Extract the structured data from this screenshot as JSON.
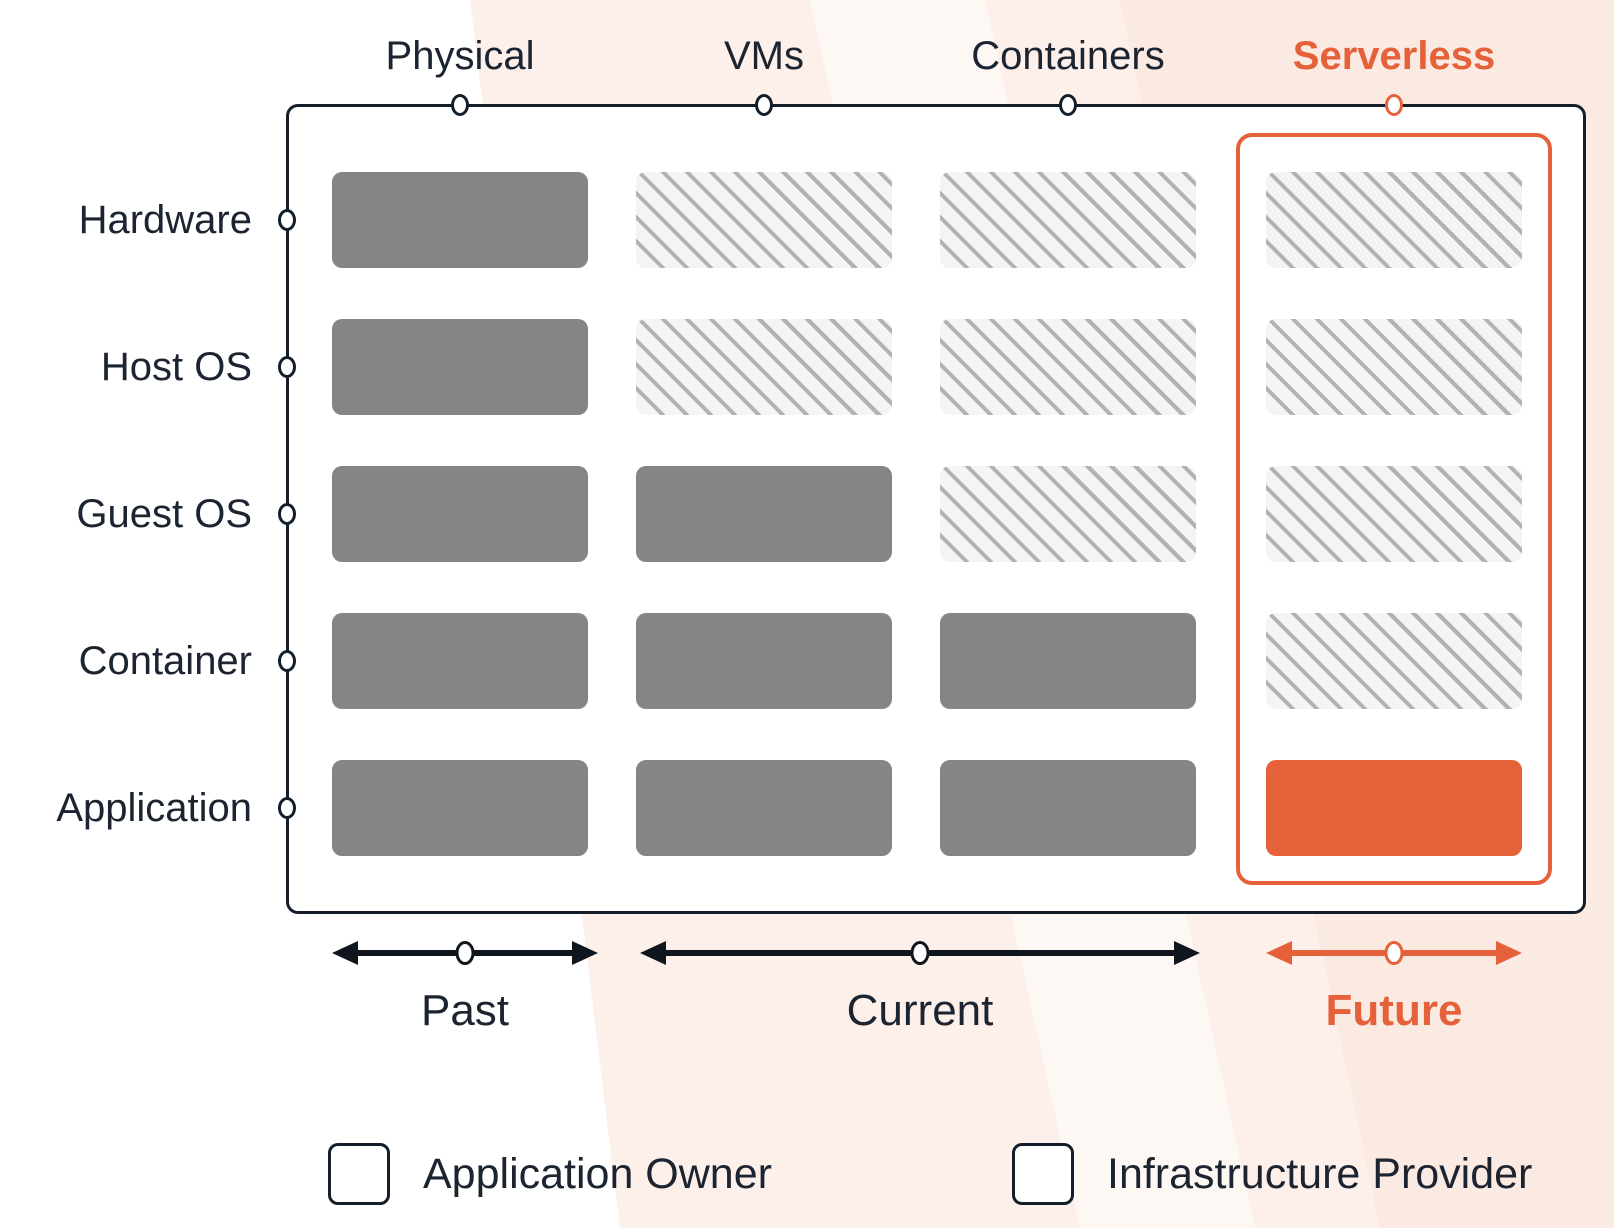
{
  "palette": {
    "navy_text": "#1b2430",
    "line_dark": "#141e2a",
    "arrow_dark": "#10161e",
    "accent_orange": "#e5613a",
    "owner_gray": "#858585",
    "hatch_bg": "#f4f4f4",
    "hatch_stripe": "#b2b2b2",
    "bg_band_light": "#fdf0ea",
    "bg_band_deep": "#f9e3da"
  },
  "columns": [
    {
      "id": "physical",
      "label": "Physical",
      "accent": false
    },
    {
      "id": "vms",
      "label": "VMs",
      "accent": false
    },
    {
      "id": "containers",
      "label": "Containers",
      "accent": false
    },
    {
      "id": "serverless",
      "label": "Serverless",
      "accent": true
    }
  ],
  "rows": [
    {
      "id": "hardware",
      "label": "Hardware"
    },
    {
      "id": "host-os",
      "label": "Host OS"
    },
    {
      "id": "guest-os",
      "label": "Guest OS"
    },
    {
      "id": "container",
      "label": "Container"
    },
    {
      "id": "application",
      "label": "Application"
    }
  ],
  "grid": {
    "cells": [
      [
        "owner",
        "provider",
        "provider",
        "provider"
      ],
      [
        "owner",
        "provider",
        "provider",
        "provider"
      ],
      [
        "owner",
        "owner",
        "provider",
        "provider"
      ],
      [
        "owner",
        "owner",
        "owner",
        "provider"
      ],
      [
        "owner",
        "owner",
        "owner",
        "owner_highlight"
      ]
    ],
    "cell_legend": {
      "owner": "Application Owner",
      "provider": "Infrastructure Provider",
      "owner_highlight": "Application Owner (Serverless future)"
    }
  },
  "timeline": [
    {
      "id": "past",
      "label": "Past",
      "accent": false,
      "spans": [
        "physical"
      ]
    },
    {
      "id": "current",
      "label": "Current",
      "accent": false,
      "spans": [
        "vms",
        "containers"
      ]
    },
    {
      "id": "future",
      "label": "Future",
      "accent": true,
      "spans": [
        "serverless"
      ]
    }
  ],
  "legend": [
    {
      "id": "application-owner",
      "label": "Application Owner",
      "swatch": "owner"
    },
    {
      "id": "infrastructure-provider",
      "label": "Infrastructure Provider",
      "swatch": "provider"
    }
  ]
}
